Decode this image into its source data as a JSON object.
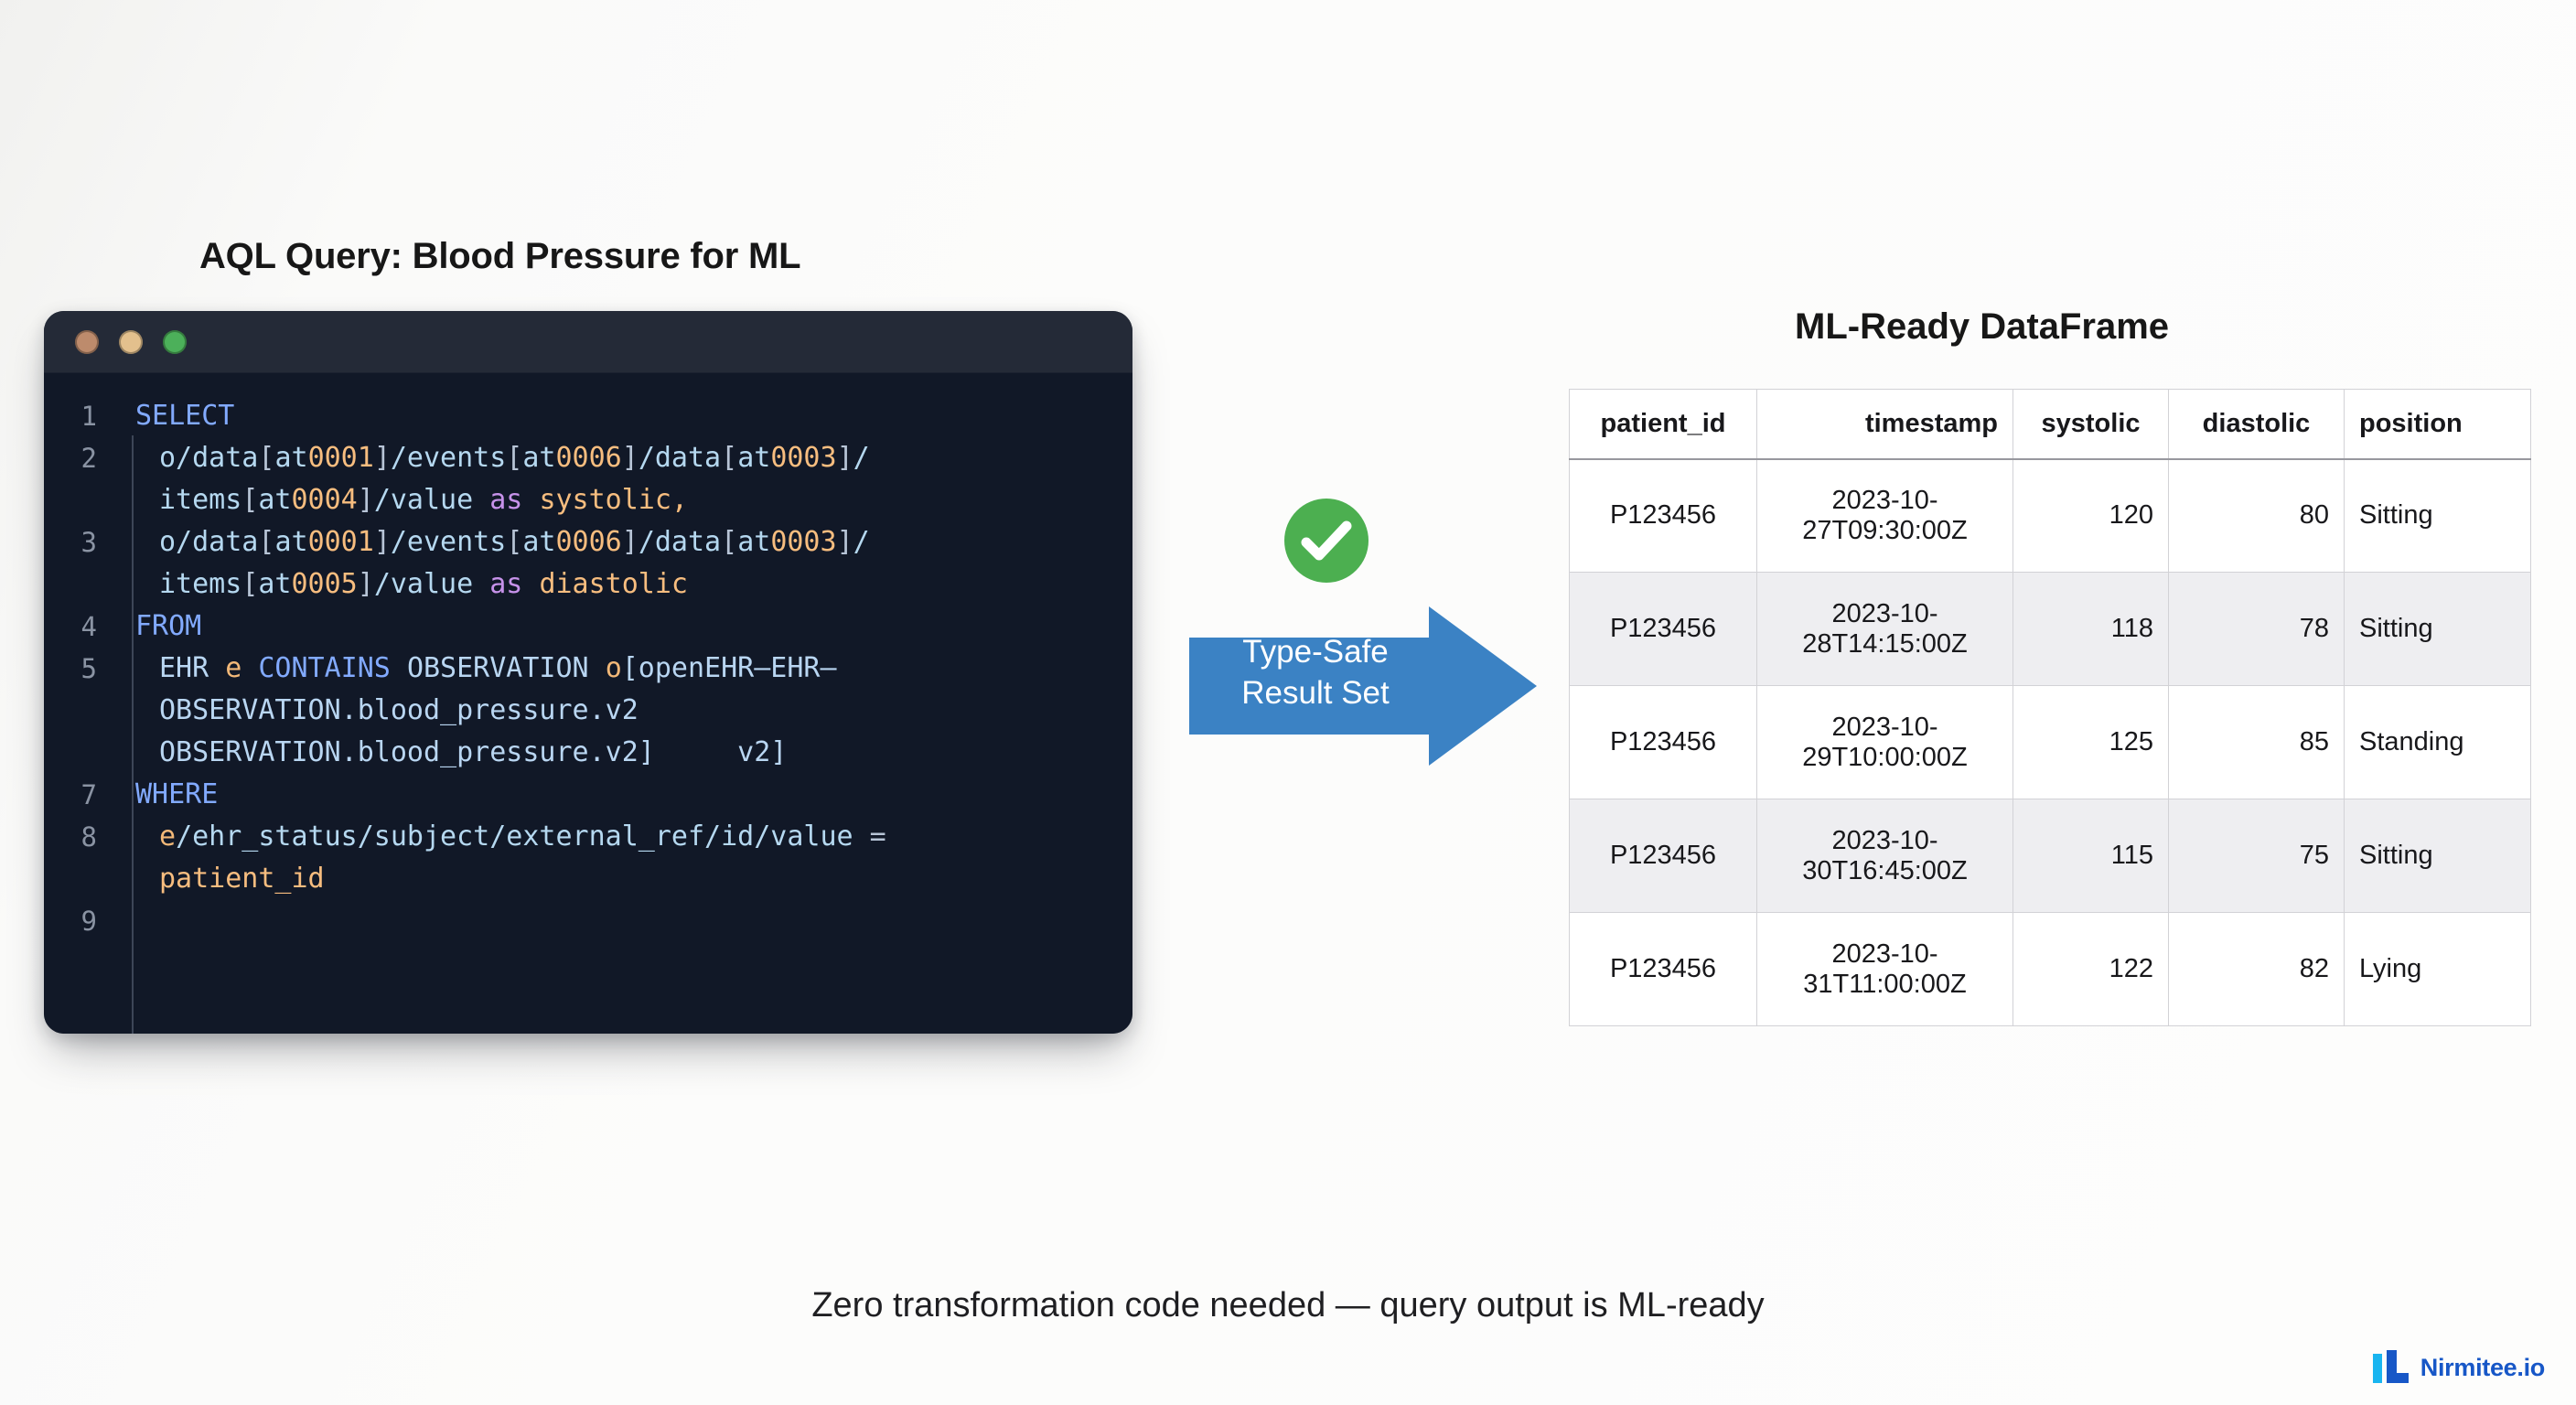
{
  "colors": {
    "accent_blue": "#3b82c4",
    "check_green": "#4caf50",
    "code_bg": "#111827",
    "code_titlebar": "#242a37",
    "brand_blue": "#1757c7",
    "brand_cyan": "#19b5f0",
    "table_stripe": "#eeeef1"
  },
  "left_panel": {
    "title": "AQL Query: Blood Pressure for ML",
    "window_dots": [
      {
        "name": "close-dot",
        "color": "#bd8b6c"
      },
      {
        "name": "minimize-dot",
        "color": "#e3c08d"
      },
      {
        "name": "maximize-dot",
        "color": "#4cb05a"
      }
    ],
    "language": "AQL",
    "code_lines": [
      {
        "number": "1",
        "text": "SELECT",
        "indented": false
      },
      {
        "number": "2",
        "text": "o/data[at0001]/events[at0006]/data[at0003]/items[at0004]/value as systolic,",
        "indented": true
      },
      {
        "number": "3",
        "text": "o/data[at0001]/events[at0006]/data[at0003]/items[at0005]/value as diastolic",
        "indented": true
      },
      {
        "number": "4",
        "text": "FROM",
        "indented": false
      },
      {
        "number": "5",
        "text": "EHR e CONTAINS OBSERVATION o[openEHR-EHR-OBSERVATION.blood_pressure.v2 OBSERVATION.blood_pressure.v2]     v2]",
        "indented": true
      },
      {
        "number": "7",
        "text": "WHERE",
        "indented": false
      },
      {
        "number": "8",
        "text": "e/ehr_status/subject/external_ref/id/value = patient_id",
        "indented": true
      },
      {
        "number": "9",
        "text": "",
        "indented": false
      }
    ]
  },
  "middle": {
    "check_icon": "check-circle-icon",
    "arrow_icon": "right-arrow-icon",
    "arrow_label_line1": "Type-Safe",
    "arrow_label_line2": "Result Set"
  },
  "right_panel": {
    "title": "ML-Ready DataFrame",
    "columns": [
      "patient_id",
      "timestamp",
      "systolic",
      "diastolic",
      "position"
    ],
    "rows": [
      {
        "patient_id": "P123456",
        "timestamp": "2023-10-27T09:30:00Z",
        "systolic": "120",
        "diastolic": "80",
        "position": "Sitting"
      },
      {
        "patient_id": "P123456",
        "timestamp": "2023-10-28T14:15:00Z",
        "systolic": "118",
        "diastolic": "78",
        "position": "Sitting"
      },
      {
        "patient_id": "P123456",
        "timestamp": "2023-10-29T10:00:00Z",
        "systolic": "125",
        "diastolic": "85",
        "position": "Standing"
      },
      {
        "patient_id": "P123456",
        "timestamp": "2023-10-30T16:45:00Z",
        "systolic": "115",
        "diastolic": "75",
        "position": "Sitting"
      },
      {
        "patient_id": "P123456",
        "timestamp": "2023-10-31T11:00:00Z",
        "systolic": "122",
        "diastolic": "82",
        "position": "Lying"
      }
    ]
  },
  "footer": {
    "caption": "Zero transformation code needed — query output is ML-ready",
    "logo_text": "Nirmitee.io",
    "logo_mark": "nirmitee-logo-icon"
  }
}
